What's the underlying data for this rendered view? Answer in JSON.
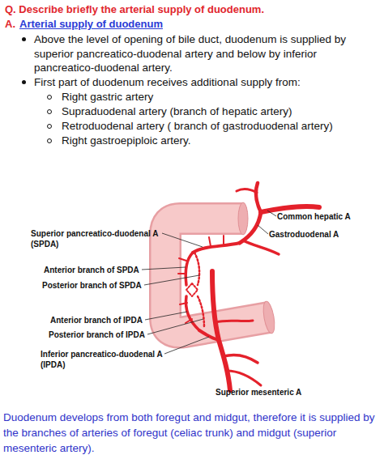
{
  "diagram": {
    "title": "Q. Describe briefly the arterial supply of duodenum.",
    "caption": "Duodenum develops from both foregut and midgut, therefore it is supplied by the branches of arteries of foregut (celiac trunk) and midgut (superior mesenteric artery).",
    "labels": [
      "A.",
      "Arterial supply of duodenum",
      "Above the level of opening of bile duct, duodenum is supplied by superior pancreatico-duodenal artery and below by inferior pancreatico-duodenal artery.",
      "First part of duodenum receives additional supply from:",
      "Right gastric artery",
      "Supraduodenal artery (branch of hepatic artery)",
      "Retroduodenal artery ( branch of gastroduodenal artery)",
      "Right gastroepiploic artery.",
      "Common hepatic A",
      "Gastroduodenal A",
      "Superior pancreatico-duodenal A (SPDA)",
      "Anterior branch of SPDA",
      "Posterior branch of SPDA",
      "Anterior branch of IPDA",
      "Posterior branch of IPDA",
      "Inferior pancreatico-duodenal A (IPDA)",
      "Superior mesenteric A"
    ]
  }
}
